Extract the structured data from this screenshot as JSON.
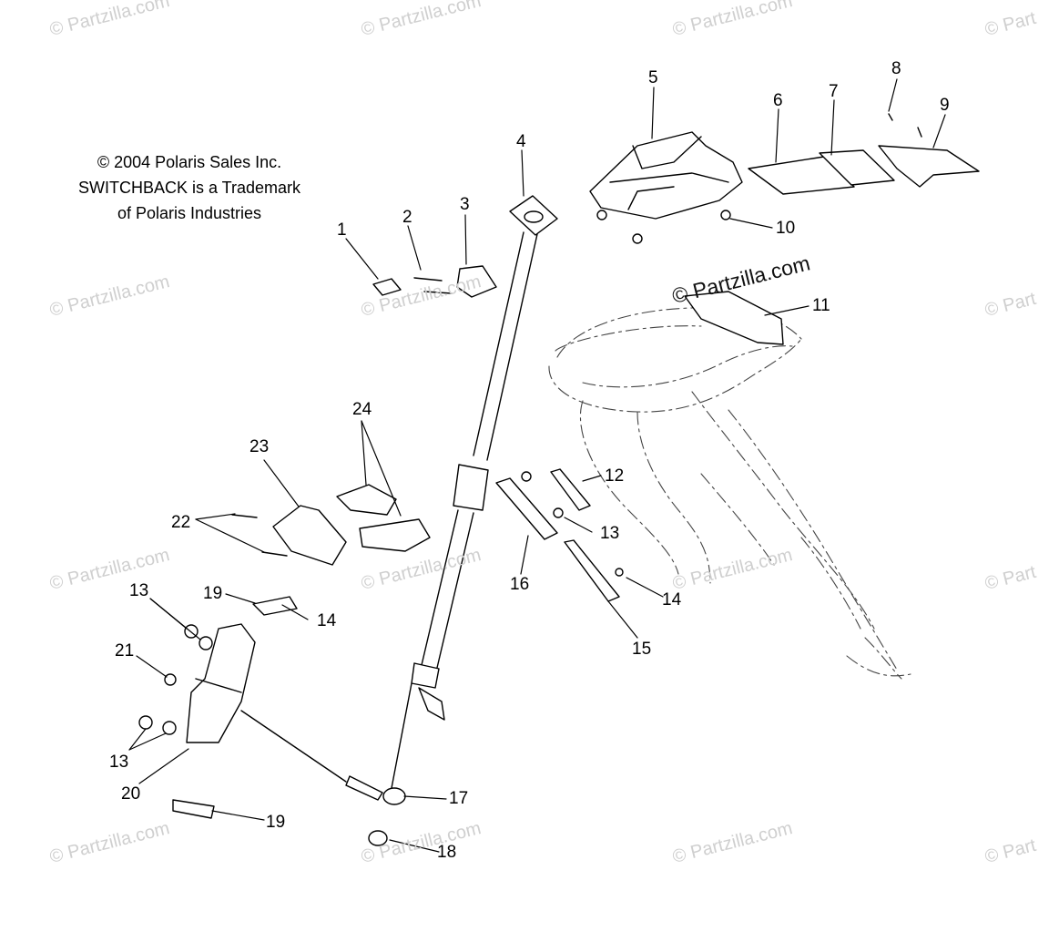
{
  "notice": {
    "line1": "© 2004 Polaris Sales Inc.",
    "line2": "SWITCHBACK is a Trademark",
    "line3": "of Polaris Industries"
  },
  "watermark": "© Partzilla.com",
  "watermark_cut": "© Part",
  "callouts": [
    "1",
    "2",
    "3",
    "4",
    "5",
    "6",
    "7",
    "8",
    "9",
    "10",
    "11",
    "12",
    "13",
    "13",
    "13",
    "14",
    "14",
    "15",
    "16",
    "17",
    "18",
    "19",
    "19",
    "20",
    "21",
    "22",
    "23",
    "24"
  ]
}
